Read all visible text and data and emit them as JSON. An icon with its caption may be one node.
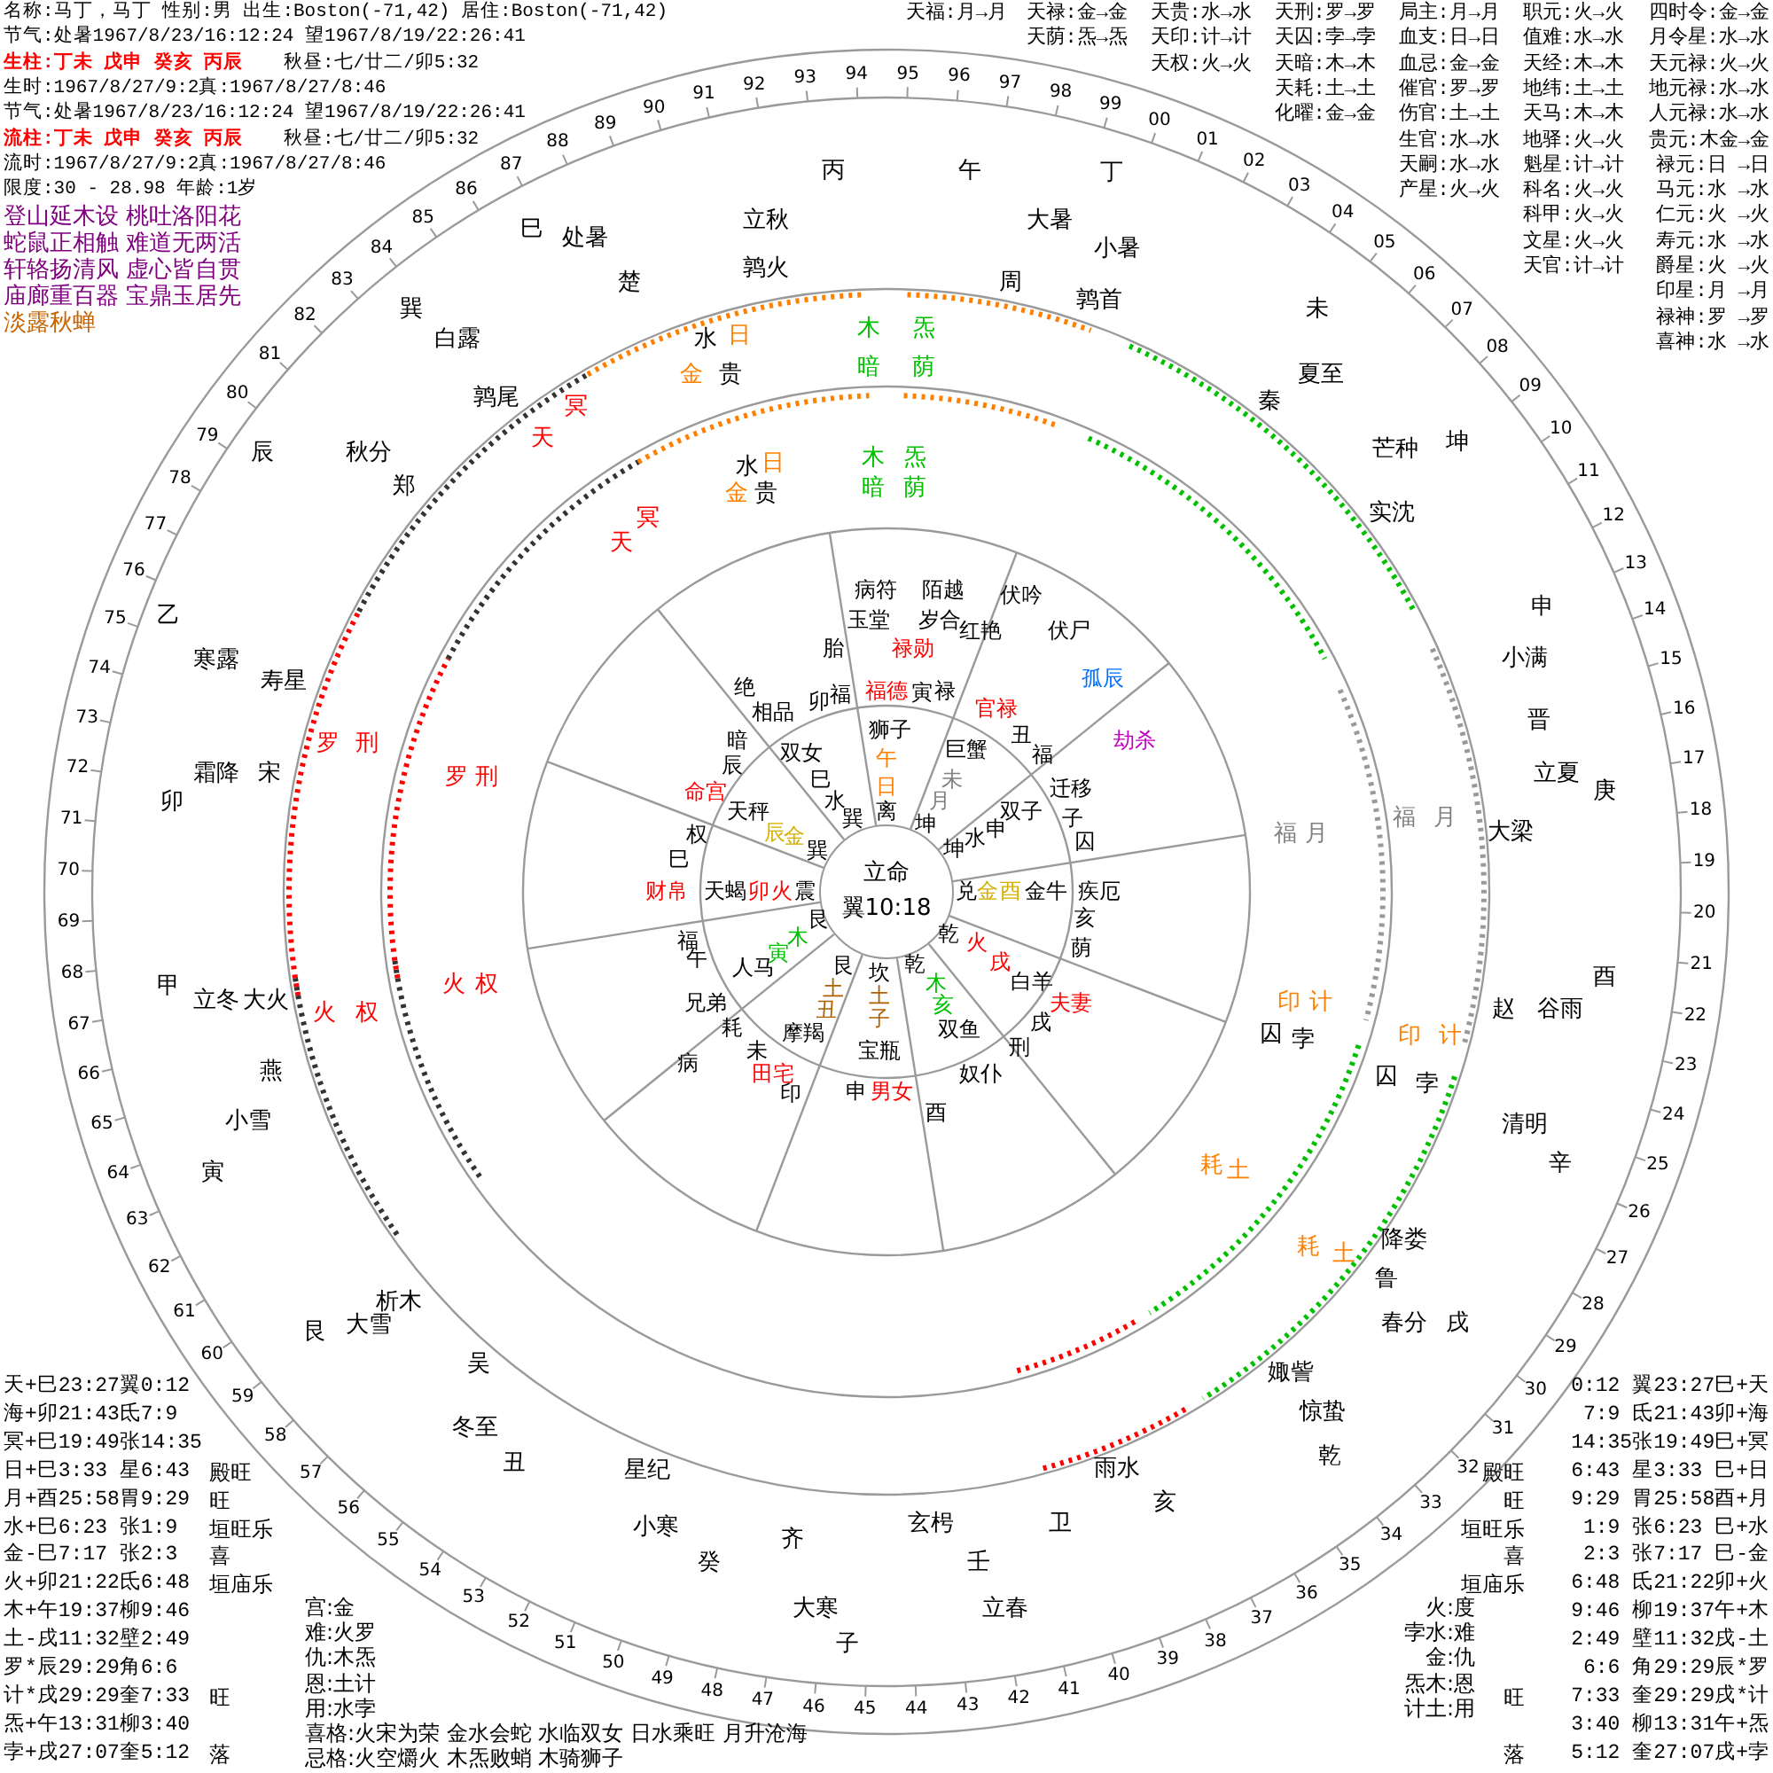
{
  "diagram": {
    "nodes": [
      {
        "text": [
          "立命",
          "翼10:18"
        ]
      }
    ],
    "labels": [
      "名称:马丁，马丁 性别:男 出生:Boston(-71,42) 居住:Boston(-71,42)",
      "节气:处暑1967/8/23/16:12:24 望1967/8/19/22:26:41",
      "生柱:丁未 戊申 癸亥 丙辰",
      "秋昼:七/廿二/卯5:32",
      "生时:1967/8/27/9:2真:1967/8/27/8:46",
      "节气:处暑1967/8/23/16:12:24 望1967/8/19/22:26:41",
      "流柱:丁未 戊申 癸亥 丙辰",
      "秋昼:七/廿二/卯5:32",
      "流时:1967/8/27/9:2真:1967/8/27/8:46",
      "限度:30 - 28.98 年龄:1岁",
      "登山延木设 桃吐洛阳花",
      "蛇鼠正相触 难道无两活",
      "轩辂扬清风 虚心皆自贯",
      "庙廊重百器 宝鼎玉居先",
      "淡露秋蝉",
      "天福:月→月",
      "天禄:金→金",
      "天贵:水→水",
      "天刑:罗→罗",
      "局主:月→月",
      "职元:火→火",
      "四时令:金→金",
      "天荫:炁→炁",
      "天印:计→计",
      "天囚:孛→孛",
      "血支:日→日",
      "值难:水→水",
      "月令星:水→水",
      "天权:火→火",
      "天暗:木→木",
      "血忌:金→金",
      "天经:木→木",
      "天元禄:火→火",
      "天耗:土→土",
      "催官:罗→罗",
      "地纬:土→土",
      "地元禄:水→水",
      "化曜:金→金",
      "伤官:土→土",
      "天马:木→木",
      "人元禄:水→水",
      "生官:水→水",
      "地驿:火→火",
      "贵元:木金→金",
      "天嗣:水→水",
      "魁星:计→计",
      "禄元:日 →日",
      "产星:火→火",
      "科名:火→火",
      "马元:水 →水",
      "科甲:火→火",
      "仁元:火 →火",
      "文星:火→火",
      "寿元:水 →水",
      "天官:计→计",
      "爵星:火 →火",
      "印星:月 →月",
      "禄神:罗 →罗",
      "喜神:水 →水",
      "00",
      "01",
      "02",
      "03",
      "04",
      "05",
      "06",
      "07",
      "08",
      "09",
      "10",
      "11",
      "12",
      "13",
      "14",
      "15",
      "16",
      "17",
      "18",
      "19",
      "20",
      "21",
      "22",
      "23",
      "24",
      "25",
      "26",
      "27",
      "28",
      "29",
      "30",
      "31",
      "32",
      "33",
      "34",
      "35",
      "36",
      "57",
      "56",
      "55",
      "54",
      "53",
      "52",
      "51",
      "50",
      "49",
      "48",
      "47",
      "46",
      "45",
      "44",
      "43",
      "42",
      "41",
      "40",
      "39",
      "38",
      "37",
      "58",
      "59",
      "60",
      "61",
      "62",
      "63",
      "64",
      "65",
      "66",
      "67",
      "68",
      "69",
      "70",
      "71",
      "72",
      "73",
      "74",
      "75",
      "76",
      "77",
      "78",
      "79",
      "80",
      "81",
      "82",
      "83",
      "84",
      "85",
      "86",
      "87",
      "88",
      "89",
      "90",
      "91",
      "92",
      "93",
      "94",
      "95",
      "96",
      "97",
      "98",
      "99",
      "丙",
      "立秋",
      "鹑火",
      "午",
      "大暑",
      "丁",
      "小暑",
      "鹑首",
      "周",
      "巳",
      "处暑",
      "楚",
      "巽",
      "白露",
      "鹑尾",
      "辰",
      "秋分",
      "郑",
      "乙",
      "寒露",
      "寿星",
      "卯",
      "霜降",
      "宋",
      "甲",
      "立冬",
      "大火",
      "燕",
      "寅",
      "小雪",
      "艮",
      "大雪",
      "析木",
      "丑",
      "冬至",
      "吴",
      "星纪",
      "癸",
      "小寒",
      "子",
      "大寒",
      "齐",
      "玄枵",
      "壬",
      "立春",
      "卫",
      "亥",
      "雨水",
      "乾",
      "惊蛰",
      "娵訾",
      "春分",
      "戌",
      "鲁",
      "降娄",
      "辛",
      "清明",
      "赵",
      "酉",
      "谷雨",
      "庚",
      "立夏",
      "大梁",
      "晋",
      "申",
      "小满",
      "实沈",
      "芒种",
      "坤",
      "秦",
      "未",
      "夏至",
      "水",
      "日",
      "金",
      "贵",
      "木",
      "炁",
      "暗",
      "荫",
      "冥",
      "天",
      "罗",
      "刑",
      "火",
      "权",
      "福",
      "月",
      "印",
      "计",
      "囚",
      "孛",
      "耗",
      "土",
      "水",
      "日",
      "金",
      "贵",
      "木",
      "炁",
      "暗",
      "荫",
      "冥",
      "天",
      "罗",
      "刑",
      "火",
      "权",
      "福",
      "月",
      "印",
      "计",
      "囚",
      "孛",
      "耗",
      "土",
      "病符",
      "陌越",
      "玉堂",
      "岁合",
      "胎",
      "禄勋",
      "伏吟",
      "红艳",
      "伏尸",
      "孤辰",
      "劫杀",
      "绝",
      "相品",
      "卯",
      "暗",
      "福",
      "福德",
      "寅",
      "狮子",
      "午",
      "日",
      "离",
      "双女",
      "巳",
      "水",
      "巽",
      "辰",
      "命宫",
      "天秤",
      "辰",
      "金",
      "巽",
      "权",
      "巳",
      "财帛",
      "天蝎",
      "卯",
      "火",
      "震",
      "禄",
      "官禄",
      "丑",
      "巨蟹",
      "未",
      "月",
      "坤",
      "福",
      "迁移",
      "双子",
      "子",
      "申",
      "水",
      "坤",
      "囚",
      "兑",
      "金",
      "酉",
      "金牛",
      "疾厄",
      "亥",
      "荫",
      "乾",
      "火",
      "戌",
      "白羊",
      "夫妻",
      "戌",
      "刑",
      "乾",
      "木",
      "亥",
      "双鱼",
      "坎",
      "土",
      "子",
      "宝瓶",
      "艮",
      "土",
      "丑",
      "摩羯",
      "艮",
      "木",
      "寅",
      "人马",
      "午",
      "兄弟",
      "福",
      "耗",
      "未",
      "田宅",
      "病",
      "印",
      "申",
      "男女",
      "酉",
      "奴仆",
      "天+巳23:27翼0:12",
      "海+卯21:43氐7:9",
      "冥+巳19:49张14:35",
      "日+巳3:33 星6:43",
      "殿旺",
      "月+酉25:58胃9:29",
      "旺",
      "水+巳6:23 张1:9",
      "垣旺乐",
      "金-巳7:17 张2:3",
      "喜",
      "火+卯21:22氐6:48",
      "垣庙乐",
      "木+午19:37柳9:46",
      "土-戌11:32壁2:49",
      "罗*辰29:29角6:6",
      "计*戌29:29奎7:33",
      "旺",
      "炁+午13:31柳3:40",
      "孛+戌27:07奎5:12",
      "落",
      "宫:金",
      "难:火罗",
      "仇:木炁",
      "恩:土计",
      "用:水孛",
      "喜格:火宋为荣 金水会蛇 水临双女 日水乘旺 月升沧海",
      "忌格:火空爝火 木炁败蛸 木骑狮子",
      "火:度",
      "孛水:难",
      "金:仇",
      "炁木:恩",
      "计土:用",
      "0:12 翼23:27巳+天",
      "7:9 氐21:43卯+海",
      "14:35张19:49巳+冥",
      "殿旺",
      "6:43 星3:33 巳+日",
      "旺",
      "9:29 胃25:58酉+月",
      "垣旺乐",
      "1:9 张6:23 巳+水",
      "喜",
      "2:3 张7:17 巳-金",
      "垣庙乐",
      "6:48 氐21:22卯+火",
      "9:46 柳19:37午+木",
      "2:49 壁11:32戌-土",
      "6:6 角29:29辰*罗",
      "旺",
      "7:33 奎29:29戌*计",
      "3:40 柳13:31午+炁",
      "落",
      "5:12 奎27:07戌+孛"
    ]
  }
}
